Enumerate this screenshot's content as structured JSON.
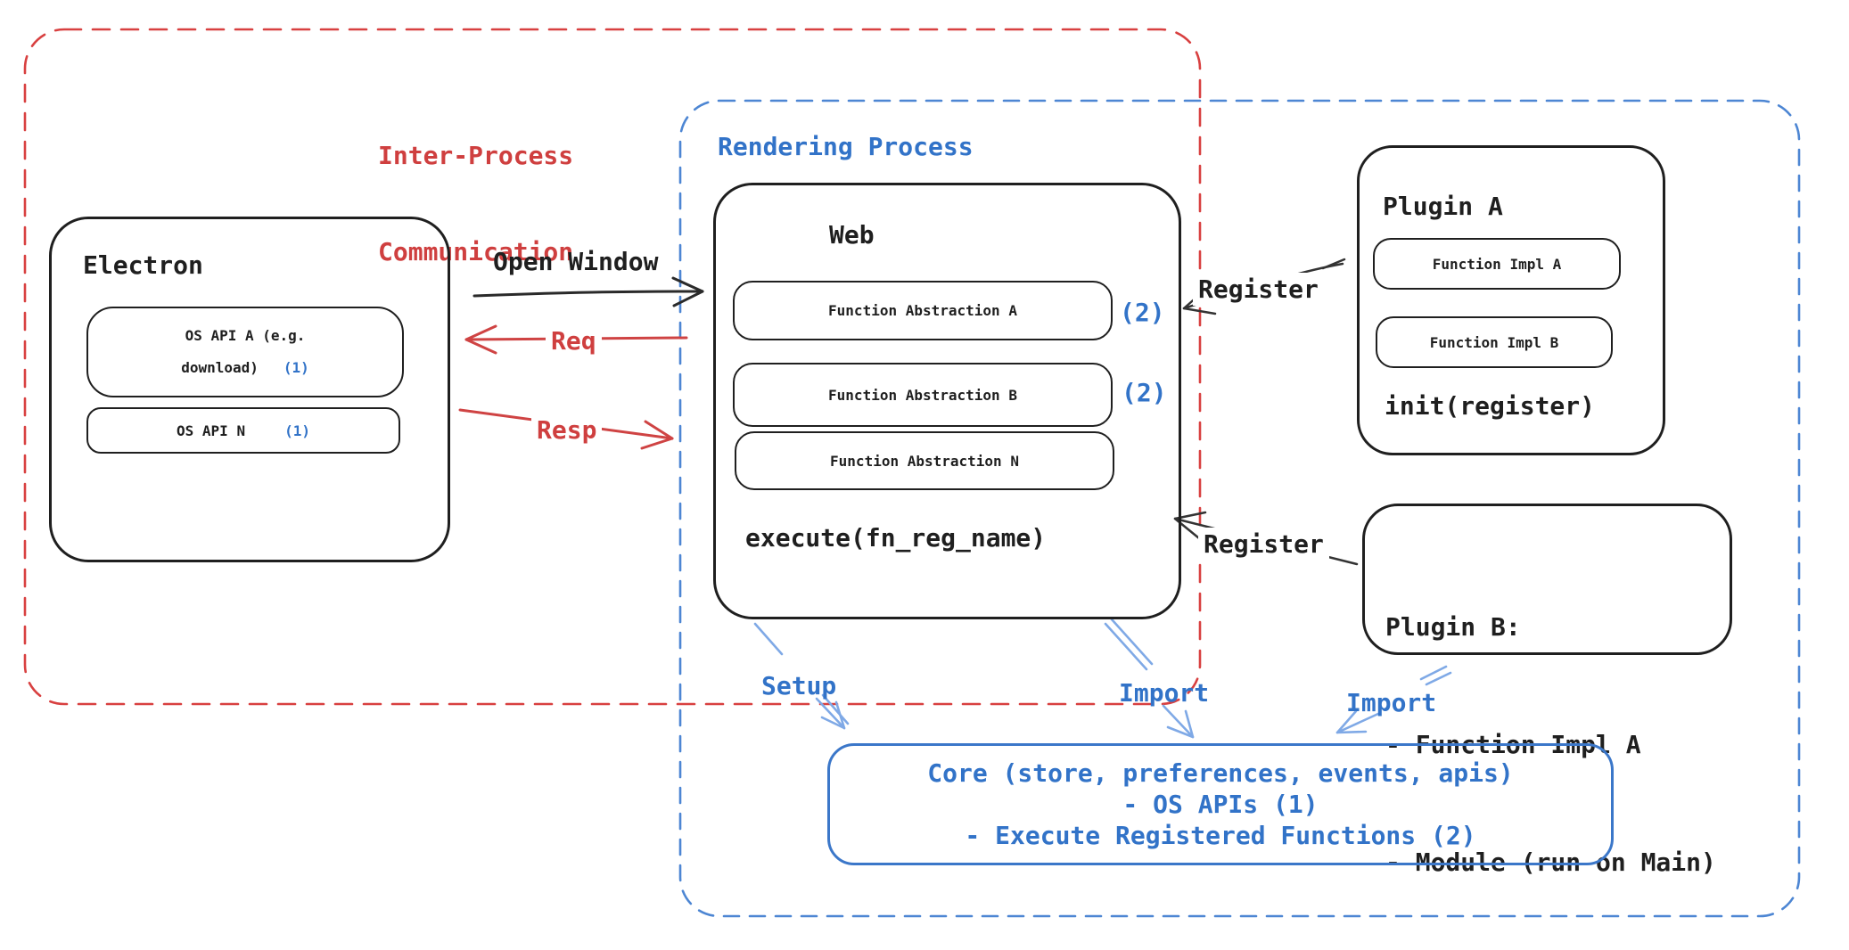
{
  "diagram": {
    "ipc": {
      "label_line1": "Inter-Process",
      "label_line2": "Communication"
    },
    "rendering": {
      "label": "Rendering Process"
    },
    "electron": {
      "title": "Electron",
      "os_api_a": {
        "line1": "OS API A (e.g.",
        "line2": "download)",
        "ref": "(1)"
      },
      "os_api_n": {
        "label": "OS API N",
        "ref": "(1)"
      }
    },
    "web": {
      "title": "Web",
      "fn_abs_a": {
        "label": "Function Abstraction A",
        "ref": "(2)"
      },
      "fn_abs_b": {
        "label": "Function Abstraction B",
        "ref": "(2)"
      },
      "fn_abs_n": {
        "label": "Function Abstraction N"
      },
      "execute": "execute(fn_reg_name)"
    },
    "plugin_a": {
      "title": "Plugin A",
      "impl_a": "Function Impl A",
      "impl_b": "Function Impl B",
      "init": "init(register)"
    },
    "plugin_b": {
      "title": "Plugin B:",
      "item1": "- Function Impl A",
      "item2": "- Module (run on Main)"
    },
    "core": {
      "line1": "Core (store, preferences, events, apis)",
      "line2": "- OS APIs (1)",
      "line3": "- Execute Registered Functions (2)"
    },
    "arrows": {
      "open_window": "Open Window",
      "req": "Req",
      "resp": "Resp",
      "register_a": "Register",
      "register_b": "Register",
      "setup": "Setup",
      "import_core": "Import",
      "import_plugin_b": "Import"
    },
    "colors": {
      "black": "#1f1f1f",
      "red": "#cf3f3f",
      "blue_text": "#3273c8",
      "blue_dashed": "#4d86d3",
      "light_blue_arrow": "#7fa9e6",
      "core_border": "#3b77c9"
    }
  }
}
